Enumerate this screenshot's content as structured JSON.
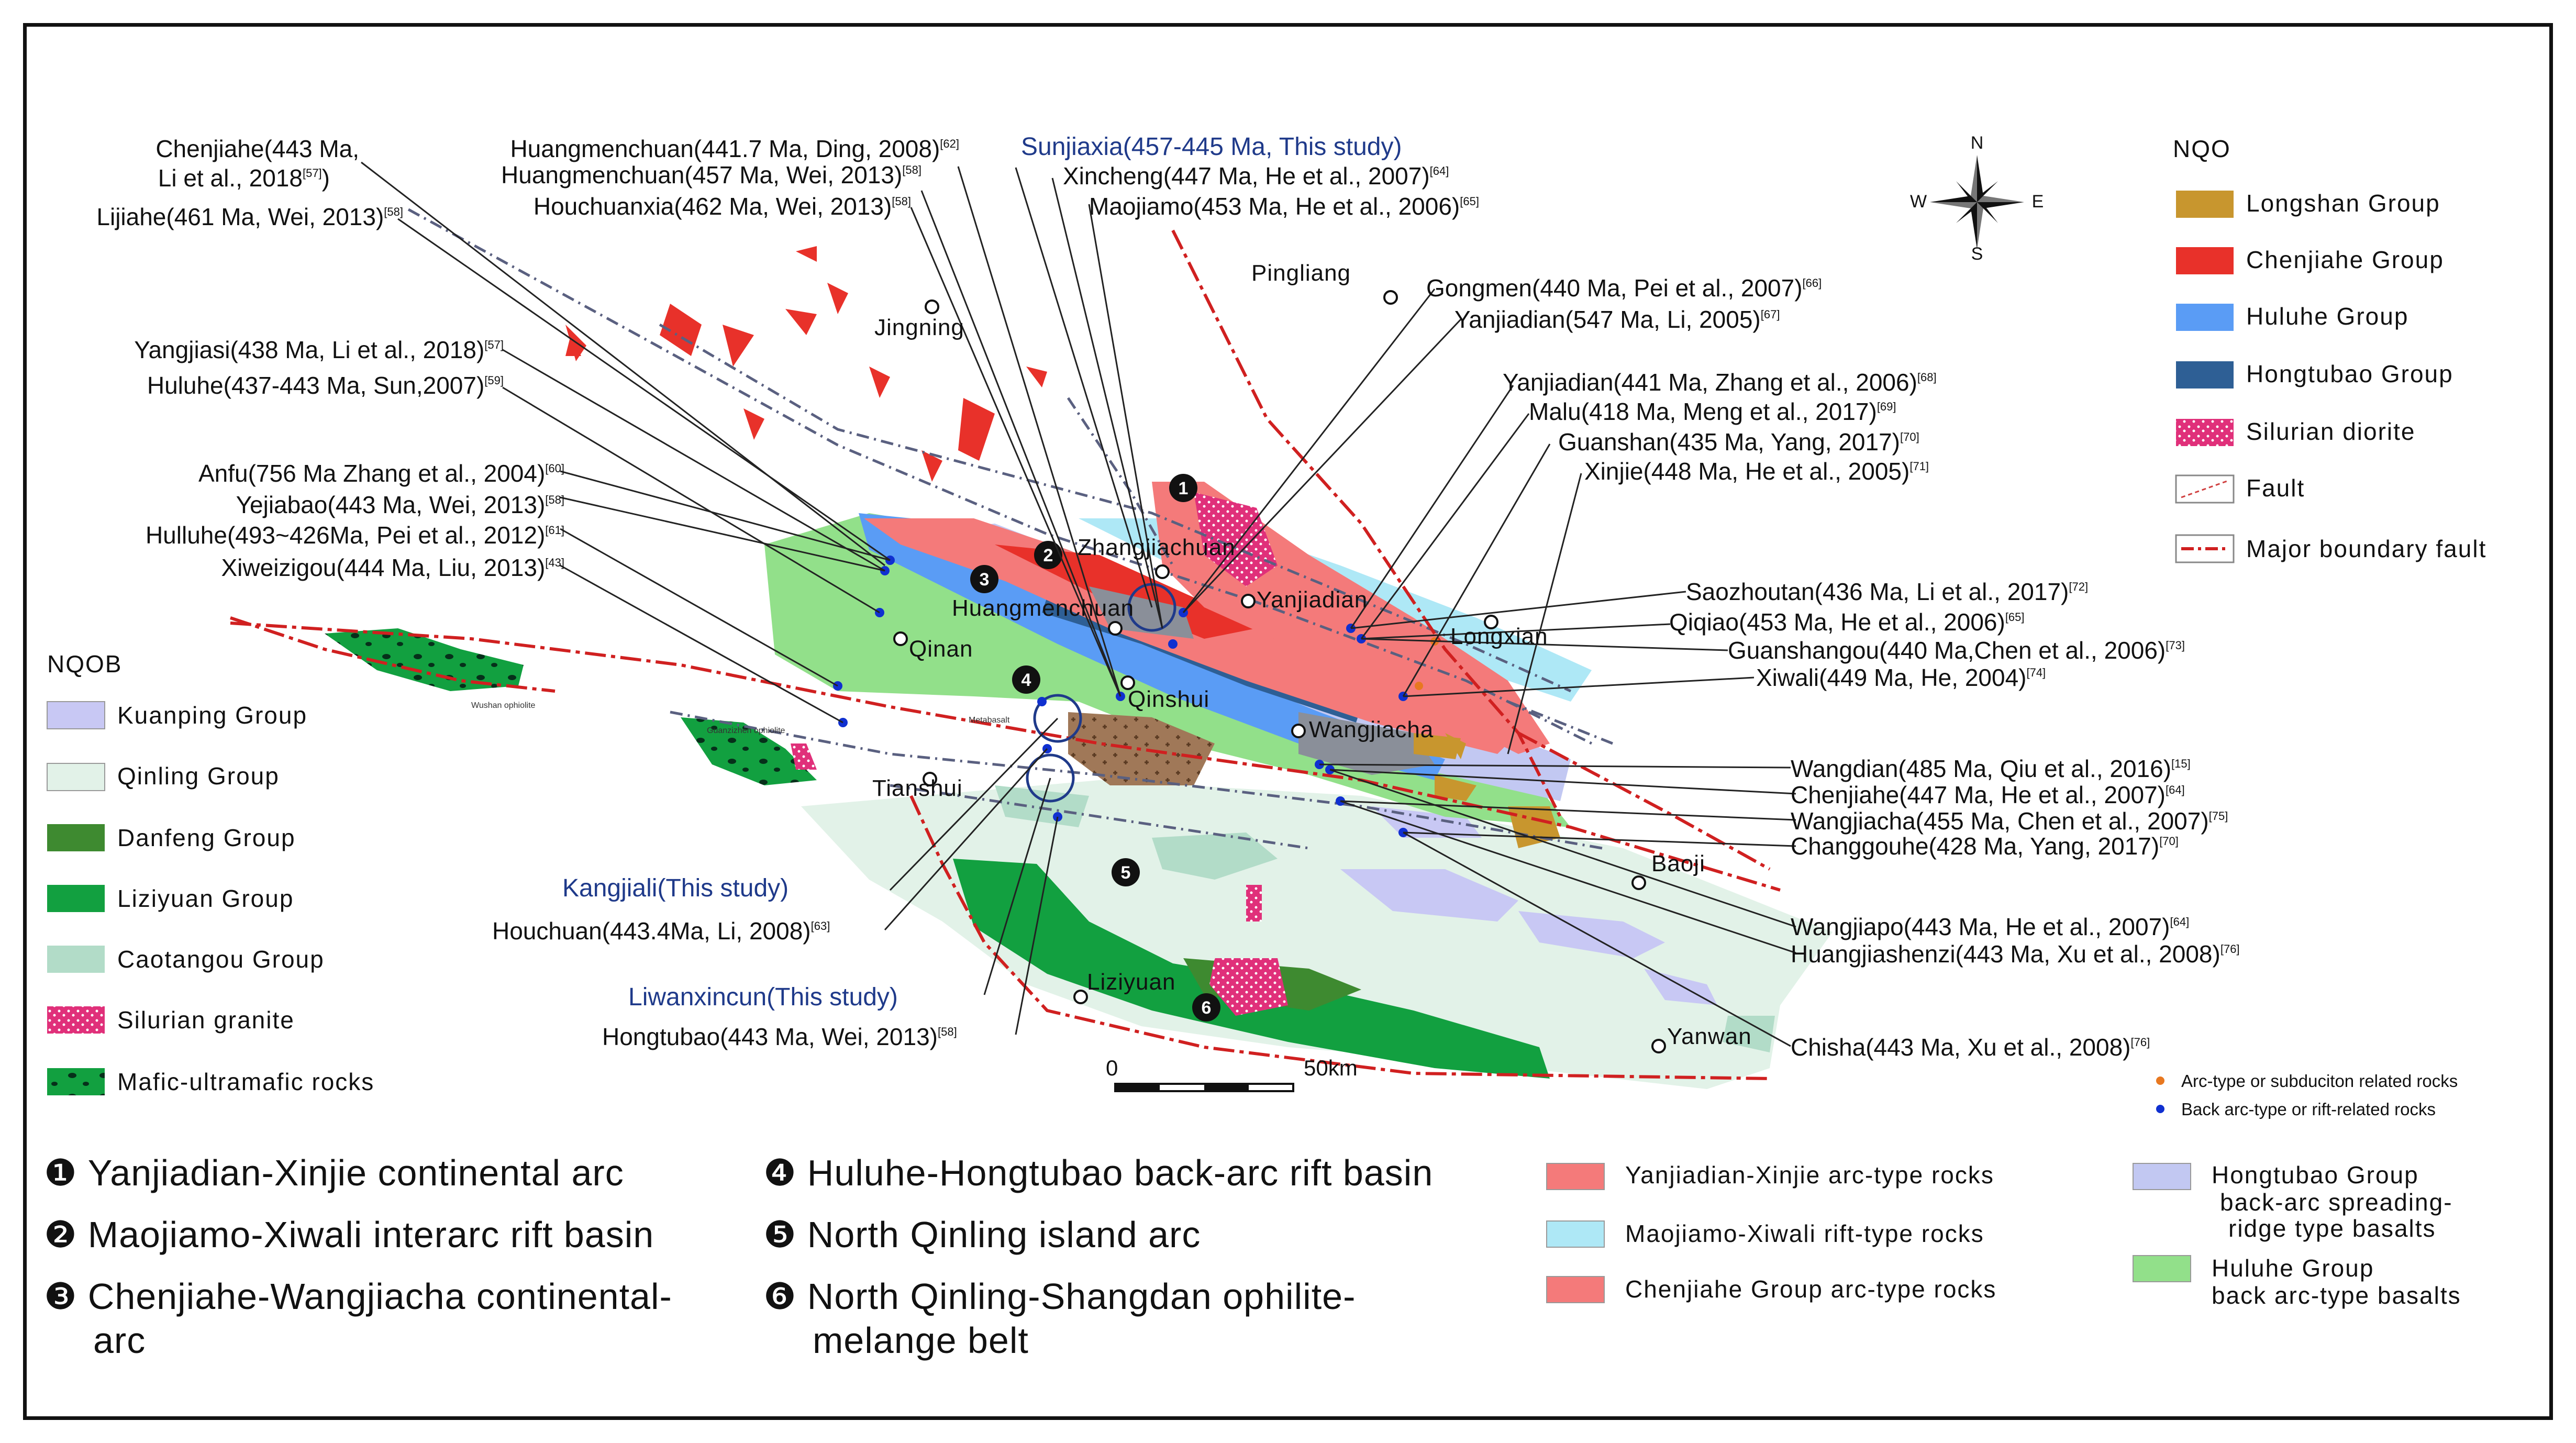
{
  "compass": {
    "n": "N",
    "s": "S",
    "e": "E",
    "w": "W"
  },
  "nqo": {
    "title": "NQO",
    "items": [
      {
        "label": "Longshan Group",
        "color": "#c8962e",
        "pattern": "solid"
      },
      {
        "label": "Chenjiahe Group",
        "color": "#e8312a",
        "pattern": "solid"
      },
      {
        "label": "Huluhe Group",
        "color": "#5a9cf5",
        "pattern": "solid"
      },
      {
        "label": "Hongtubao Group",
        "color": "#2e5f95",
        "pattern": "solid"
      },
      {
        "label": "Silurian diorite",
        "color": "#e0307a",
        "pattern": "dots"
      },
      {
        "label": "Fault",
        "color": "#d04040",
        "pattern": "fault"
      },
      {
        "label": "Major boundary fault",
        "color": "#d02020",
        "pattern": "major"
      }
    ]
  },
  "nqob": {
    "title": "NQOB",
    "items": [
      {
        "label": "Kuanping Group",
        "color": "#c8c8f4"
      },
      {
        "label": "Qinling Group",
        "color": "#e2f2e8"
      },
      {
        "label": "Danfeng Group",
        "color": "#3e8a30"
      },
      {
        "label": "Liziyuan Group",
        "color": "#12a040"
      },
      {
        "label": "Caotangou Group",
        "color": "#b2dcc8"
      },
      {
        "label": "Silurian granite",
        "color": "#e0307a"
      },
      {
        "label": "Mafic-ultramafic rocks",
        "color": "#12a040"
      }
    ]
  },
  "places": {
    "pingliang": "Pingliang",
    "jingning": "Jingning",
    "zhangjiachuan": "Zhangjiachuan",
    "yanjiadian": "Yanjiadian",
    "huangmenchuan": "Huangmenchuan",
    "longxian": "Longxian",
    "qinan": "Qinan",
    "qinshui": "Qinshui",
    "wangjiacha": "Wangjiacha",
    "tianshui": "Tianshui",
    "baoji": "Baoji",
    "liziyuan": "Liziyuan",
    "yanwan": "Yanwan",
    "wushan": "Wushan ophiolite",
    "guanzizhen": "Guanzizhen ophiolite",
    "metabasalt": "Metabasalt"
  },
  "left_refs": [
    {
      "t": "Chenjiahe(443 Ma,",
      "s": ""
    },
    {
      "t": "Li et al., 2018",
      "s": "[57]",
      ")": ")"
    },
    {
      "t": "Lijiahe(461 Ma, Wei, 2013)",
      "s": "[58]"
    },
    {
      "t": "Yangjiasi(438 Ma, Li et al., 2018)",
      "s": "[57]"
    },
    {
      "t": "Huluhe(437-443 Ma, Sun,2007)",
      "s": "[59]"
    },
    {
      "t": "Anfu(756 Ma Zhang et al., 2004)",
      "s": "[60]"
    },
    {
      "t": "Yejiabao(443 Ma, Wei, 2013)",
      "s": "[58]"
    },
    {
      "t": "Hulluhe(493~426Ma, Pei et al., 2012)",
      "s": "[61]"
    },
    {
      "t": "Xiweizigou(444 Ma, Liu, 2013)",
      "s": "[43]"
    }
  ],
  "top_refs": [
    {
      "t": "Huangmenchuan(441.7 Ma, Ding, 2008)",
      "s": "[62]"
    },
    {
      "t": "Huangmenchuan(457 Ma, Wei, 2013)",
      "s": "[58]"
    },
    {
      "t": "Houchuanxia(462 Ma, Wei, 2013)",
      "s": "[58]"
    }
  ],
  "study_refs": {
    "sunjiaxia": "Sunjiaxia(457-445 Ma, This study)",
    "kangjiali": "Kangjiali(This study)",
    "liwanxincun": "Liwanxincun(This study)"
  },
  "upper_right_refs": [
    {
      "t": "Xincheng(447 Ma, He et al., 2007)",
      "s": "[64]"
    },
    {
      "t": "Maojiamo(453 Ma, He et al., 2006)",
      "s": "[65]"
    }
  ],
  "right_refs": [
    {
      "t": "Gongmen(440 Ma, Pei et al., 2007)",
      "s": "[66]"
    },
    {
      "t": "Yanjiadian(547 Ma, Li, 2005)",
      "s": "[67]"
    },
    {
      "t": "Yanjiadian(441 Ma, Zhang et al., 2006)",
      "s": "[68]"
    },
    {
      "t": "Malu(418 Ma, Meng et al., 2017)",
      "s": "[69]"
    },
    {
      "t": "Guanshan(435 Ma, Yang, 2017)",
      "s": "[70]"
    },
    {
      "t": "Xinjie(448 Ma, He et al., 2005)",
      "s": "[71]"
    },
    {
      "t": "Saozhoutan(436 Ma, Li et al., 2017)",
      "s": "[72]"
    },
    {
      "t": "Qiqiao(453 Ma, He et al., 2006)",
      "s": "[65]"
    },
    {
      "t": "Guanshangou(440 Ma,Chen et al., 2006)",
      "s": "[73]"
    },
    {
      "t": "Xiwali(449 Ma, He, 2004)",
      "s": "[74]"
    },
    {
      "t": "Wangdian(485 Ma, Qiu et al., 2016)",
      "s": "[15]"
    },
    {
      "t": "Chenjiahe(447 Ma, He et al., 2007)",
      "s": "[64]"
    },
    {
      "t": "Wangjiacha(455 Ma, Chen et al., 2007)",
      "s": "[75]"
    },
    {
      "t": "Changgouhe(428 Ma, Yang, 2017)",
      "s": "[70]"
    },
    {
      "t": "Wangjiapo(443 Ma, He et al., 2007)",
      "s": "[64]"
    },
    {
      "t": "Huangjiashenzi(443 Ma, Xu et al., 2008)",
      "s": "[76]"
    },
    {
      "t": "Chisha(443 Ma, Xu et al., 2008)",
      "s": "[76]"
    }
  ],
  "bottom_refs": [
    {
      "t": "Houchuan(443.4Ma, Li, 2008)",
      "s": "[63]"
    },
    {
      "t": "Hongtubao(443 Ma, Wei, 2013)",
      "s": "[58]"
    }
  ],
  "scale": {
    "zero": "0",
    "end": "50km"
  },
  "dot_legend": [
    {
      "label": "Arc-type or subduciton related rocks",
      "color": "#e87820"
    },
    {
      "label": "Back arc-type or rift-related rocks",
      "color": "#1030d0"
    }
  ],
  "units": [
    {
      "n": "❶",
      "label": "Yanjiadian-Xinjie continental arc"
    },
    {
      "n": "❷",
      "label": "Maojiamo-Xiwali interarc rift basin"
    },
    {
      "n": "❸",
      "label": "Chenjiahe-Wangjiacha continental-",
      "label2": "arc"
    },
    {
      "n": "❹",
      "label": "Huluhe-Hongtubao back-arc rift basin"
    },
    {
      "n": "❺",
      "label": "North Qinling island arc"
    },
    {
      "n": "❻",
      "label": "North Qinling-Shangdan ophilite-",
      "label2": "melange belt"
    }
  ],
  "zones": [
    {
      "label": "Yanjiadian-Xinjie arc-type rocks",
      "color": "#f47a7a"
    },
    {
      "label": "Maojiamo-Xiwali rift-type rocks",
      "color": "#aee8f6"
    },
    {
      "label": "Chenjiahe Group arc-type rocks",
      "color": "#f47a7a"
    },
    {
      "label": "Hongtubao Group",
      "label2": "back-arc spreading-",
      "label3": "ridge type basalts",
      "color": "#c2c8f2"
    },
    {
      "label": "Huluhe Group",
      "label2": "back arc-type basalts",
      "color": "#92e08a"
    }
  ],
  "map_numbers": [
    "1",
    "2",
    "3",
    "4",
    "5",
    "6"
  ]
}
